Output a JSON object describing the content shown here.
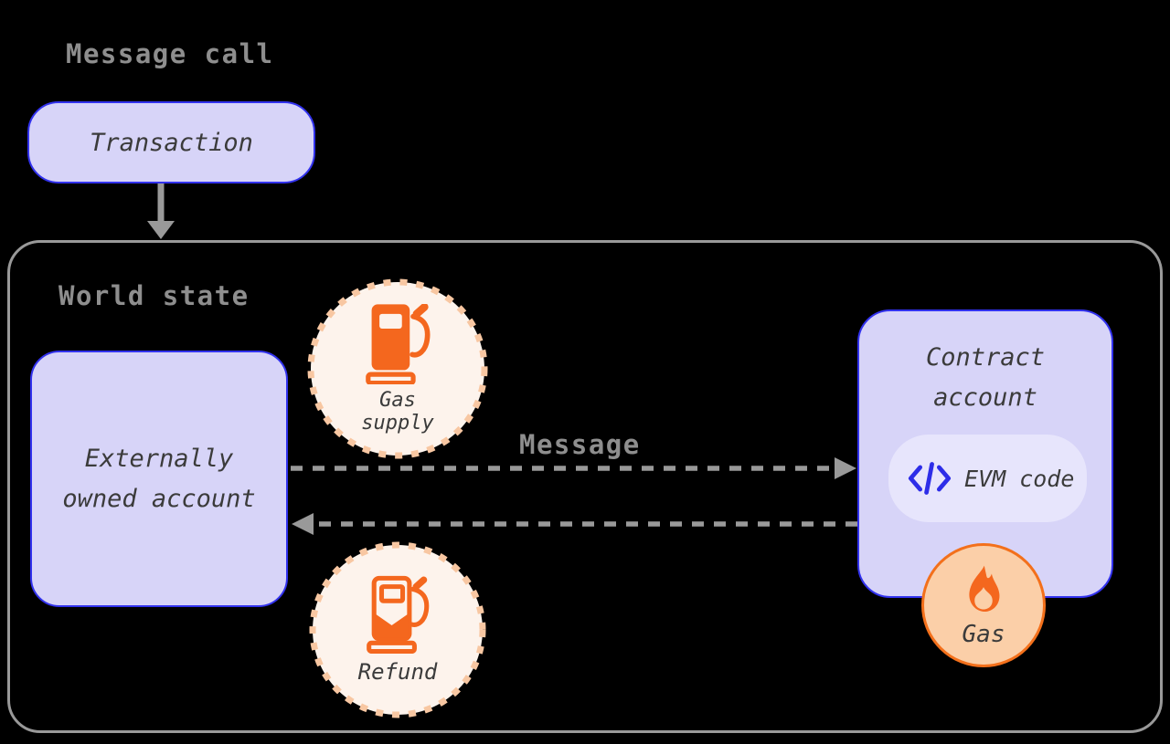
{
  "title": "Message call",
  "transaction": {
    "label": "Transaction"
  },
  "world_state": {
    "label": "World state",
    "eoa": {
      "lines": [
        "Externally",
        "owned account"
      ]
    },
    "gas_supply": {
      "lines": [
        "Gas",
        "supply"
      ],
      "icon": "gas-pump-icon"
    },
    "message": {
      "label": "Message"
    },
    "contract": {
      "lines": [
        "Contract",
        "account"
      ]
    },
    "evm": {
      "label": "EVM code",
      "icon": "code-icon"
    },
    "gas": {
      "label": "Gas",
      "icon": "flame-icon"
    },
    "refund": {
      "label": "Refund",
      "icon": "gas-pump-outline-icon"
    }
  },
  "colors": {
    "background": "#000000",
    "node_fill": "#d7d4f8",
    "node_border": "#3232ee",
    "pill_fill": "#e7e5fc",
    "code_icon_blue": "#2d2de8",
    "heading_gray": "#8e8e8e",
    "line_gray": "#999999",
    "label_dark": "#3b3b3b",
    "icon_orange": "#f4671e",
    "dashed_circle_border": "#f8c7a2",
    "dashed_circle_fill": "#fdf3ec",
    "gas_badge_fill": "#fbcfa8",
    "gas_badge_border": "#f3701b"
  }
}
